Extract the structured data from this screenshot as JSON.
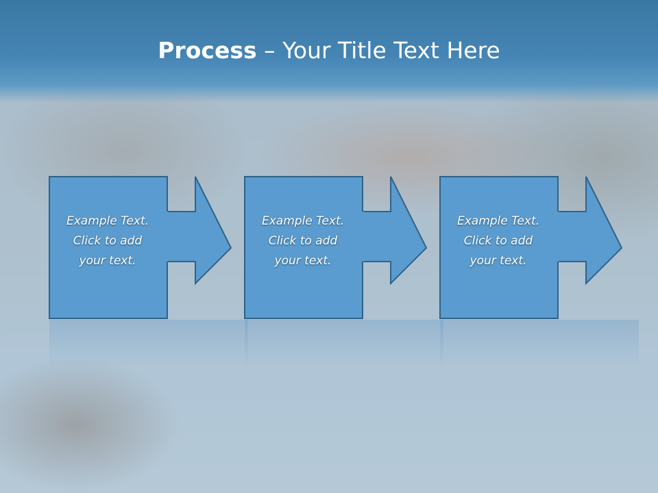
{
  "slide": {
    "title_bold": "Process",
    "title_rest": " – Your Title Text Here"
  },
  "steps": [
    {
      "line1": "Example Text.",
      "line2": "Click  to add",
      "line3": "your text."
    },
    {
      "line1": "Example Text.",
      "line2": "Click  to add",
      "line3": "your text."
    },
    {
      "line1": "Example Text.",
      "line2": "Click  to add",
      "line3": "your text."
    }
  ],
  "colors": {
    "title_bar": "#4585b4",
    "box_fill": "#5a9ccf",
    "box_border": "#2f6288",
    "text": "#ffffff"
  }
}
